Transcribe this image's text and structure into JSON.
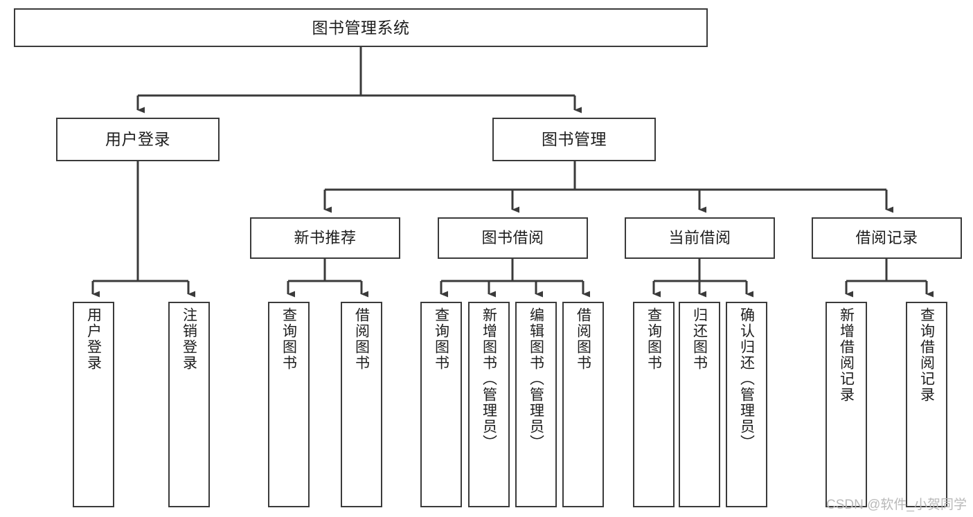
{
  "diagram": {
    "title": "图书管理系统",
    "type": "tree",
    "watermark": "CSDN @软件_小贺同学",
    "colors": {
      "stroke": "#3a3a3a",
      "fill": "#ffffff",
      "text": "#1d1d1d",
      "watermark": "#b9b9b9"
    },
    "root": {
      "label": "图书管理系统"
    },
    "level2": [
      {
        "label": "用户登录"
      },
      {
        "label": "图书管理"
      }
    ],
    "level3": [
      {
        "label": "新书推荐"
      },
      {
        "label": "图书借阅"
      },
      {
        "label": "当前借阅"
      },
      {
        "label": "借阅记录"
      }
    ],
    "leaves": {
      "user_login": [
        {
          "label": "用户登录"
        },
        {
          "label": "注销登录"
        }
      ],
      "new_books": [
        {
          "label": "查询图书"
        },
        {
          "label": "借阅图书"
        }
      ],
      "borrow_books": [
        {
          "label": "查询图书"
        },
        {
          "label": "新增图书（管理员）"
        },
        {
          "label": "编辑图书（管理员）"
        },
        {
          "label": "借阅图书"
        }
      ],
      "current_borrow": [
        {
          "label": "查询图书"
        },
        {
          "label": "归还图书"
        },
        {
          "label": "确认归还（管理员）"
        }
      ],
      "borrow_records": [
        {
          "label": "新增借阅记录"
        },
        {
          "label": "查询借阅记录"
        }
      ]
    }
  }
}
